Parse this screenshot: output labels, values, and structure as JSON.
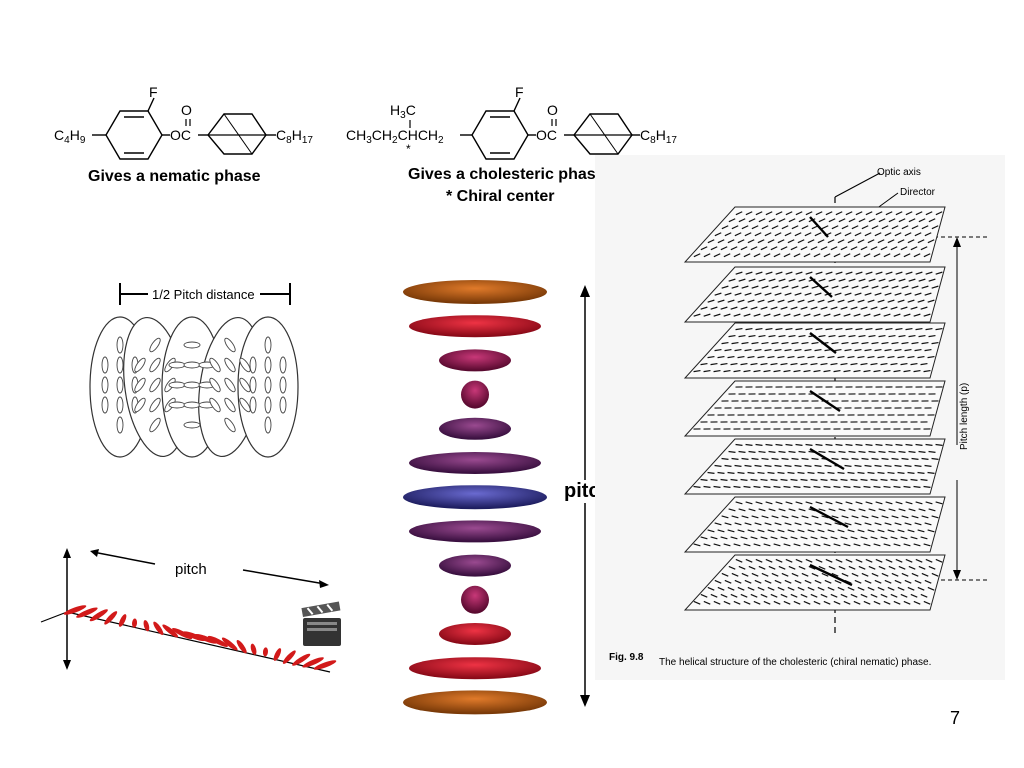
{
  "slide": {
    "page_number": "7",
    "pitch_label": "pitch"
  },
  "molecule1": {
    "caption": "Gives a nematic phase",
    "left_group": "C4H9",
    "right_group": "C8H17",
    "substituent": "F",
    "carbonyl_o": "O",
    "ester": "OC"
  },
  "molecule2": {
    "caption": "Gives a cholesteric phase",
    "caption2": "* Chiral center",
    "methyl": "H3C",
    "chain": "CH3CH2CHCH2",
    "star": "*",
    "substituent": "F",
    "carbonyl_o": "O",
    "ester": "OC",
    "right_group": "C8H17"
  },
  "half_pitch_figure": {
    "label": "1/2 Pitch  distance"
  },
  "helix_figure": {
    "label": "pitch"
  },
  "scanned_figure": {
    "optic_axis": "Optic axis",
    "director": "Director",
    "pitch_length": "Pitch length (p)",
    "fig_label": "Fig. 9.8",
    "fig_caption": "The helical structure of the cholesteric (chiral nematic) phase."
  },
  "colors": {
    "red": "#c8102e",
    "orange": "#a8500f",
    "purple": "#5a2060",
    "blue": "#3a3a8a"
  }
}
